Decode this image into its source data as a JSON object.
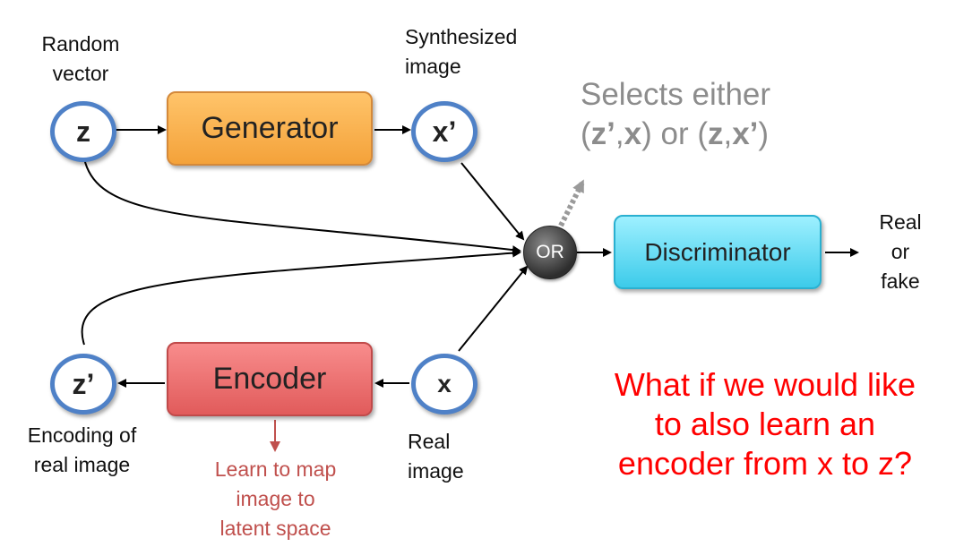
{
  "labels": {
    "random_vector": [
      "Random",
      "vector"
    ],
    "synth_image": [
      "Synthesized",
      "image"
    ],
    "real_out": [
      "Real",
      "or",
      "fake"
    ],
    "encoding_of": [
      "Encoding of",
      "real image"
    ],
    "real_image": [
      "Real",
      "image"
    ],
    "learn_map": [
      "Learn to map",
      "image to",
      "latent space"
    ]
  },
  "nodes": {
    "z": "z",
    "x_prime": "x’",
    "z_prime": "z’",
    "x": "x"
  },
  "boxes": {
    "generator": "Generator",
    "encoder": "Encoder",
    "discriminator": "Discriminator",
    "or": "OR"
  },
  "selects": {
    "line1": "Selects either",
    "open1": "(",
    "z_prime": "z’",
    "comma1": ",",
    "x": "x",
    "close1": ")",
    "or_word": " or ",
    "open2": "(",
    "z": "z",
    "comma2": ",",
    "x_prime": "x’",
    "close2": ")"
  },
  "question": [
    "What if we would like",
    "to also learn an",
    "encoder from x to z?"
  ],
  "colors": {
    "node_border": "#4f81c7",
    "selects_text": "#8c8c8c",
    "question_text": "#ff0000",
    "learn_text": "#c0504d"
  }
}
